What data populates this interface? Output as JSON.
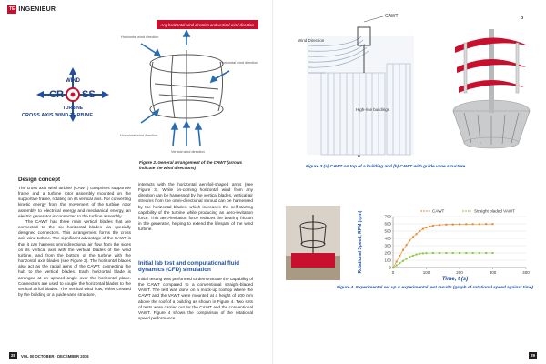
{
  "header": {
    "badge": "TE",
    "title": "INGENIEUR"
  },
  "logo": {
    "word_top": "WIND",
    "word_left": "CR",
    "word_right": "SS",
    "word_bottom": "TURBINE",
    "caption": "CROSS AXIS WIND TURBINE"
  },
  "fig2": {
    "banner": "Any horizontal wind direction and vertical wind direction",
    "label_top": "Horizontal wind direction",
    "label_right": "Horizontal wind direction",
    "label_bottom_left": "Horizontal wind direction",
    "label_bottom": "Vertical wind direction",
    "caption": "Figure 2. General arrangement of the CAWT (arrows indicate the wind directions)"
  },
  "design": {
    "title": "Design concept",
    "col1": [
      "The cross axis wind turbine (CAWT) comprises supportive frame and a turbine rotor assembly mounted on the supportive frame, rotating on its vertical axis. For converting kinetic energy from the movement of the turbine rotor assembly to electrical energy and mechanical energy, an electric generator is connected to the turbine assembly.",
      "The CAWT has three main vertical blades that are connected to the six horizontal blades via specially designed connectors. This arrangement forms the cross axis wind turbine. The significant advantage of the CAWT is that it can harness omni-directional air flow from the sides on its vertical axis with the vertical blades of the wind turbine, and from the bottom of the turbine with the horizontal axis blades (see Figure 2). The horizontal blades also act as the radial arms of the CAWT, connecting the hub to the vertical blades. Each horizontal blade is arranged at an upward angle over the horizontal plane. Connectors are used to couple the horizontal blades to the vertical airfoil blades. The vertical wind flow, either created by the building or a guide-vane structure,"
    ],
    "col2": [
      "interacts with the horizontal aerofoil-shaped arms (see Figure 3). While on-coming horizontal wind from any direction can be harnessed by the vertical blades, vertical air streams from the omni-directional shroud can be harnessed by the horizontal blades, which increases the self-starting capability of the turbine while producing an aero-levitation force. This aero-levitation force reduces the bearing friction in the generator, helping to extend the lifespan of the wind turbine."
    ]
  },
  "lab": {
    "title": "Initial lab test and computational fluid dynamics (CFD) simulation",
    "body": "Initial testing was performed to demonstrate the capability of the CAWT compared to a conventional straight-bladed VAWT. The test was done on a mock-up rooftop where the CAWT and the VAWT were mounted at a height of 100 mm above the roof of a building as shown in Figure 4. Two sets of tests were carried out for the CAWT and the conventional VAWT. Figure 4 shows the comparison of the rotational speed performance"
  },
  "footer_left": {
    "page": "28",
    "text": "VOL 00 OCTOBER - DECEMBER 2016"
  },
  "fig3": {
    "label_cawt": "CAWT",
    "label_wind": "Wind Direction",
    "label_building": "High-rise buildings",
    "label_a": "a",
    "label_b": "b",
    "caption": "Figure 3 (a) CAWT on top of a building and (b) CAWT with guide vane structure"
  },
  "fig4": {
    "caption": "Figure 4. Experimental set up & experimental test results (graph of rotational speed against time)"
  },
  "footer_right": {
    "page": "29"
  },
  "chart_data": {
    "type": "line",
    "title": "",
    "xlabel": "Time, t (s)",
    "ylabel": "Rotational Speed, RPM (rpm)",
    "xlim": [
      0,
      400
    ],
    "ylim": [
      0,
      700
    ],
    "x_ticks": [
      "0",
      "100",
      "200",
      "300",
      "400"
    ],
    "y_ticks": [
      "0",
      "100",
      "200",
      "300",
      "400",
      "500",
      "600",
      "700"
    ],
    "legend_position": "top",
    "series": [
      {
        "name": "CAWT",
        "color": "#e8872a",
        "x": [
          0,
          10,
          20,
          30,
          40,
          50,
          60,
          70,
          80,
          90,
          100,
          110,
          120,
          140,
          160,
          180,
          200,
          220,
          240,
          260,
          280,
          300
        ],
        "y": [
          0,
          80,
          160,
          240,
          310,
          370,
          420,
          460,
          500,
          530,
          550,
          565,
          575,
          585,
          590,
          592,
          595,
          596,
          597,
          597,
          598,
          598
        ]
      },
      {
        "name": "Straight bladed VAWT",
        "color": "#8cc63f",
        "x": [
          0,
          10,
          20,
          30,
          40,
          50,
          60,
          70,
          80,
          90,
          100,
          120,
          140,
          160,
          180,
          200,
          220,
          240,
          260,
          280,
          300
        ],
        "y": [
          0,
          30,
          60,
          90,
          120,
          145,
          165,
          180,
          190,
          195,
          198,
          200,
          200,
          200,
          200,
          200,
          200,
          200,
          200,
          200,
          200
        ]
      }
    ]
  }
}
